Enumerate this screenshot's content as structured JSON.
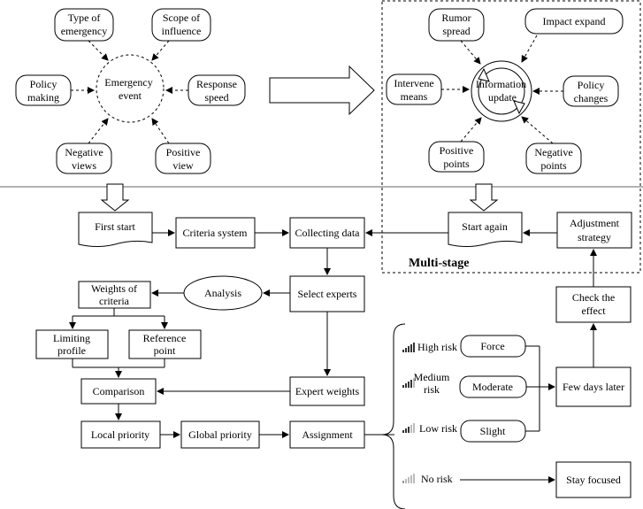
{
  "top_left": {
    "center": [
      "Emergency",
      "event"
    ],
    "type": [
      "Type of",
      "emergency"
    ],
    "scope": [
      "Scope of",
      "influence"
    ],
    "policy": [
      "Policy",
      "making"
    ],
    "response": [
      "Response",
      "speed"
    ],
    "negative": [
      "Negative",
      "views"
    ],
    "positive": [
      "Positive",
      "view"
    ]
  },
  "top_right": {
    "center": [
      "Information",
      "update"
    ],
    "rumor": [
      "Rumor",
      "spread"
    ],
    "impact": "Impact expand",
    "intervene": [
      "Intervene",
      "means"
    ],
    "policy_changes": [
      "Policy",
      "changes"
    ],
    "positive_points": [
      "Positive",
      "points"
    ],
    "negative_points": [
      "Negative",
      "points"
    ],
    "multistage": "Multi-stage"
  },
  "flow": {
    "first_start": "First start",
    "criteria_system": "Criteria system",
    "collecting_data": "Collecting data",
    "start_again": "Start again",
    "adjustment_strategy": [
      "Adjustment",
      "strategy"
    ],
    "analysis": "Analysis",
    "select_experts": "Select experts",
    "weights_of_criteria": [
      "Weights of",
      "criteria"
    ],
    "limiting_profile": [
      "Limiting",
      "profile"
    ],
    "reference_point": [
      "Reference",
      "point"
    ],
    "comparison": "Comparison",
    "expert_weights": "Expert weights",
    "local_priority": "Local priority",
    "global_priority": "Global priority",
    "assignment": "Assignment",
    "check_effect": [
      "Check the",
      "effect"
    ],
    "few_days_later": "Few days later",
    "stay_focused": "Stay focused"
  },
  "risk": {
    "high": "High risk",
    "medium": [
      "Medium",
      "risk"
    ],
    "low": "Low risk",
    "none": "No risk",
    "force": "Force",
    "moderate": "Moderate",
    "slight": "Slight"
  },
  "colors": {
    "line": "#000000",
    "background": "#ffffff",
    "signal_dark": "#333333",
    "signal_light": "#bbbbbb"
  },
  "icons": [
    "signal-bars-icon",
    "cycle-arrows-icon",
    "block-arrow-icon"
  ]
}
